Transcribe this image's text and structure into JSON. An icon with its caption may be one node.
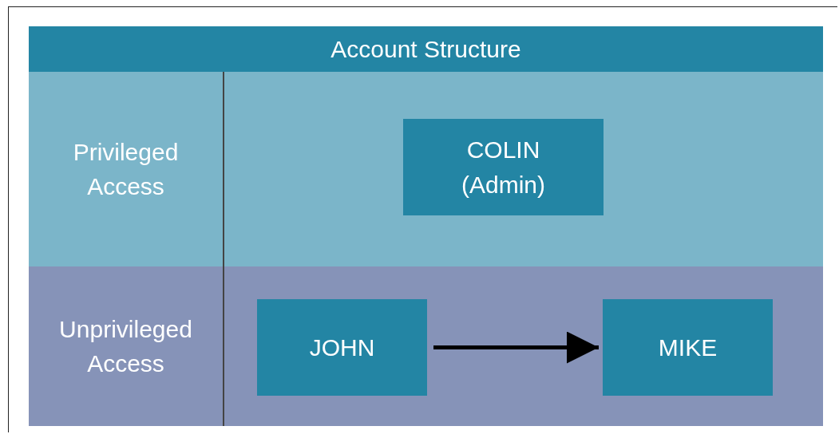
{
  "diagram": {
    "title": "Account Structure",
    "nodes": [
      {
        "text": [
          "Privileged Access"
        ]
      },
      {
        "text": [
          "COLIN (Admin)"
        ],
        "in": 0
      },
      {
        "text": [
          "Unprivileged Access"
        ]
      },
      {
        "text": [
          "JOHN"
        ],
        "in": 2
      },
      {
        "text": [
          "MIKE"
        ],
        "in": 2
      }
    ],
    "edges": [
      {
        "from": 3,
        "to": 4,
        "arrow": "to"
      }
    ]
  }
}
